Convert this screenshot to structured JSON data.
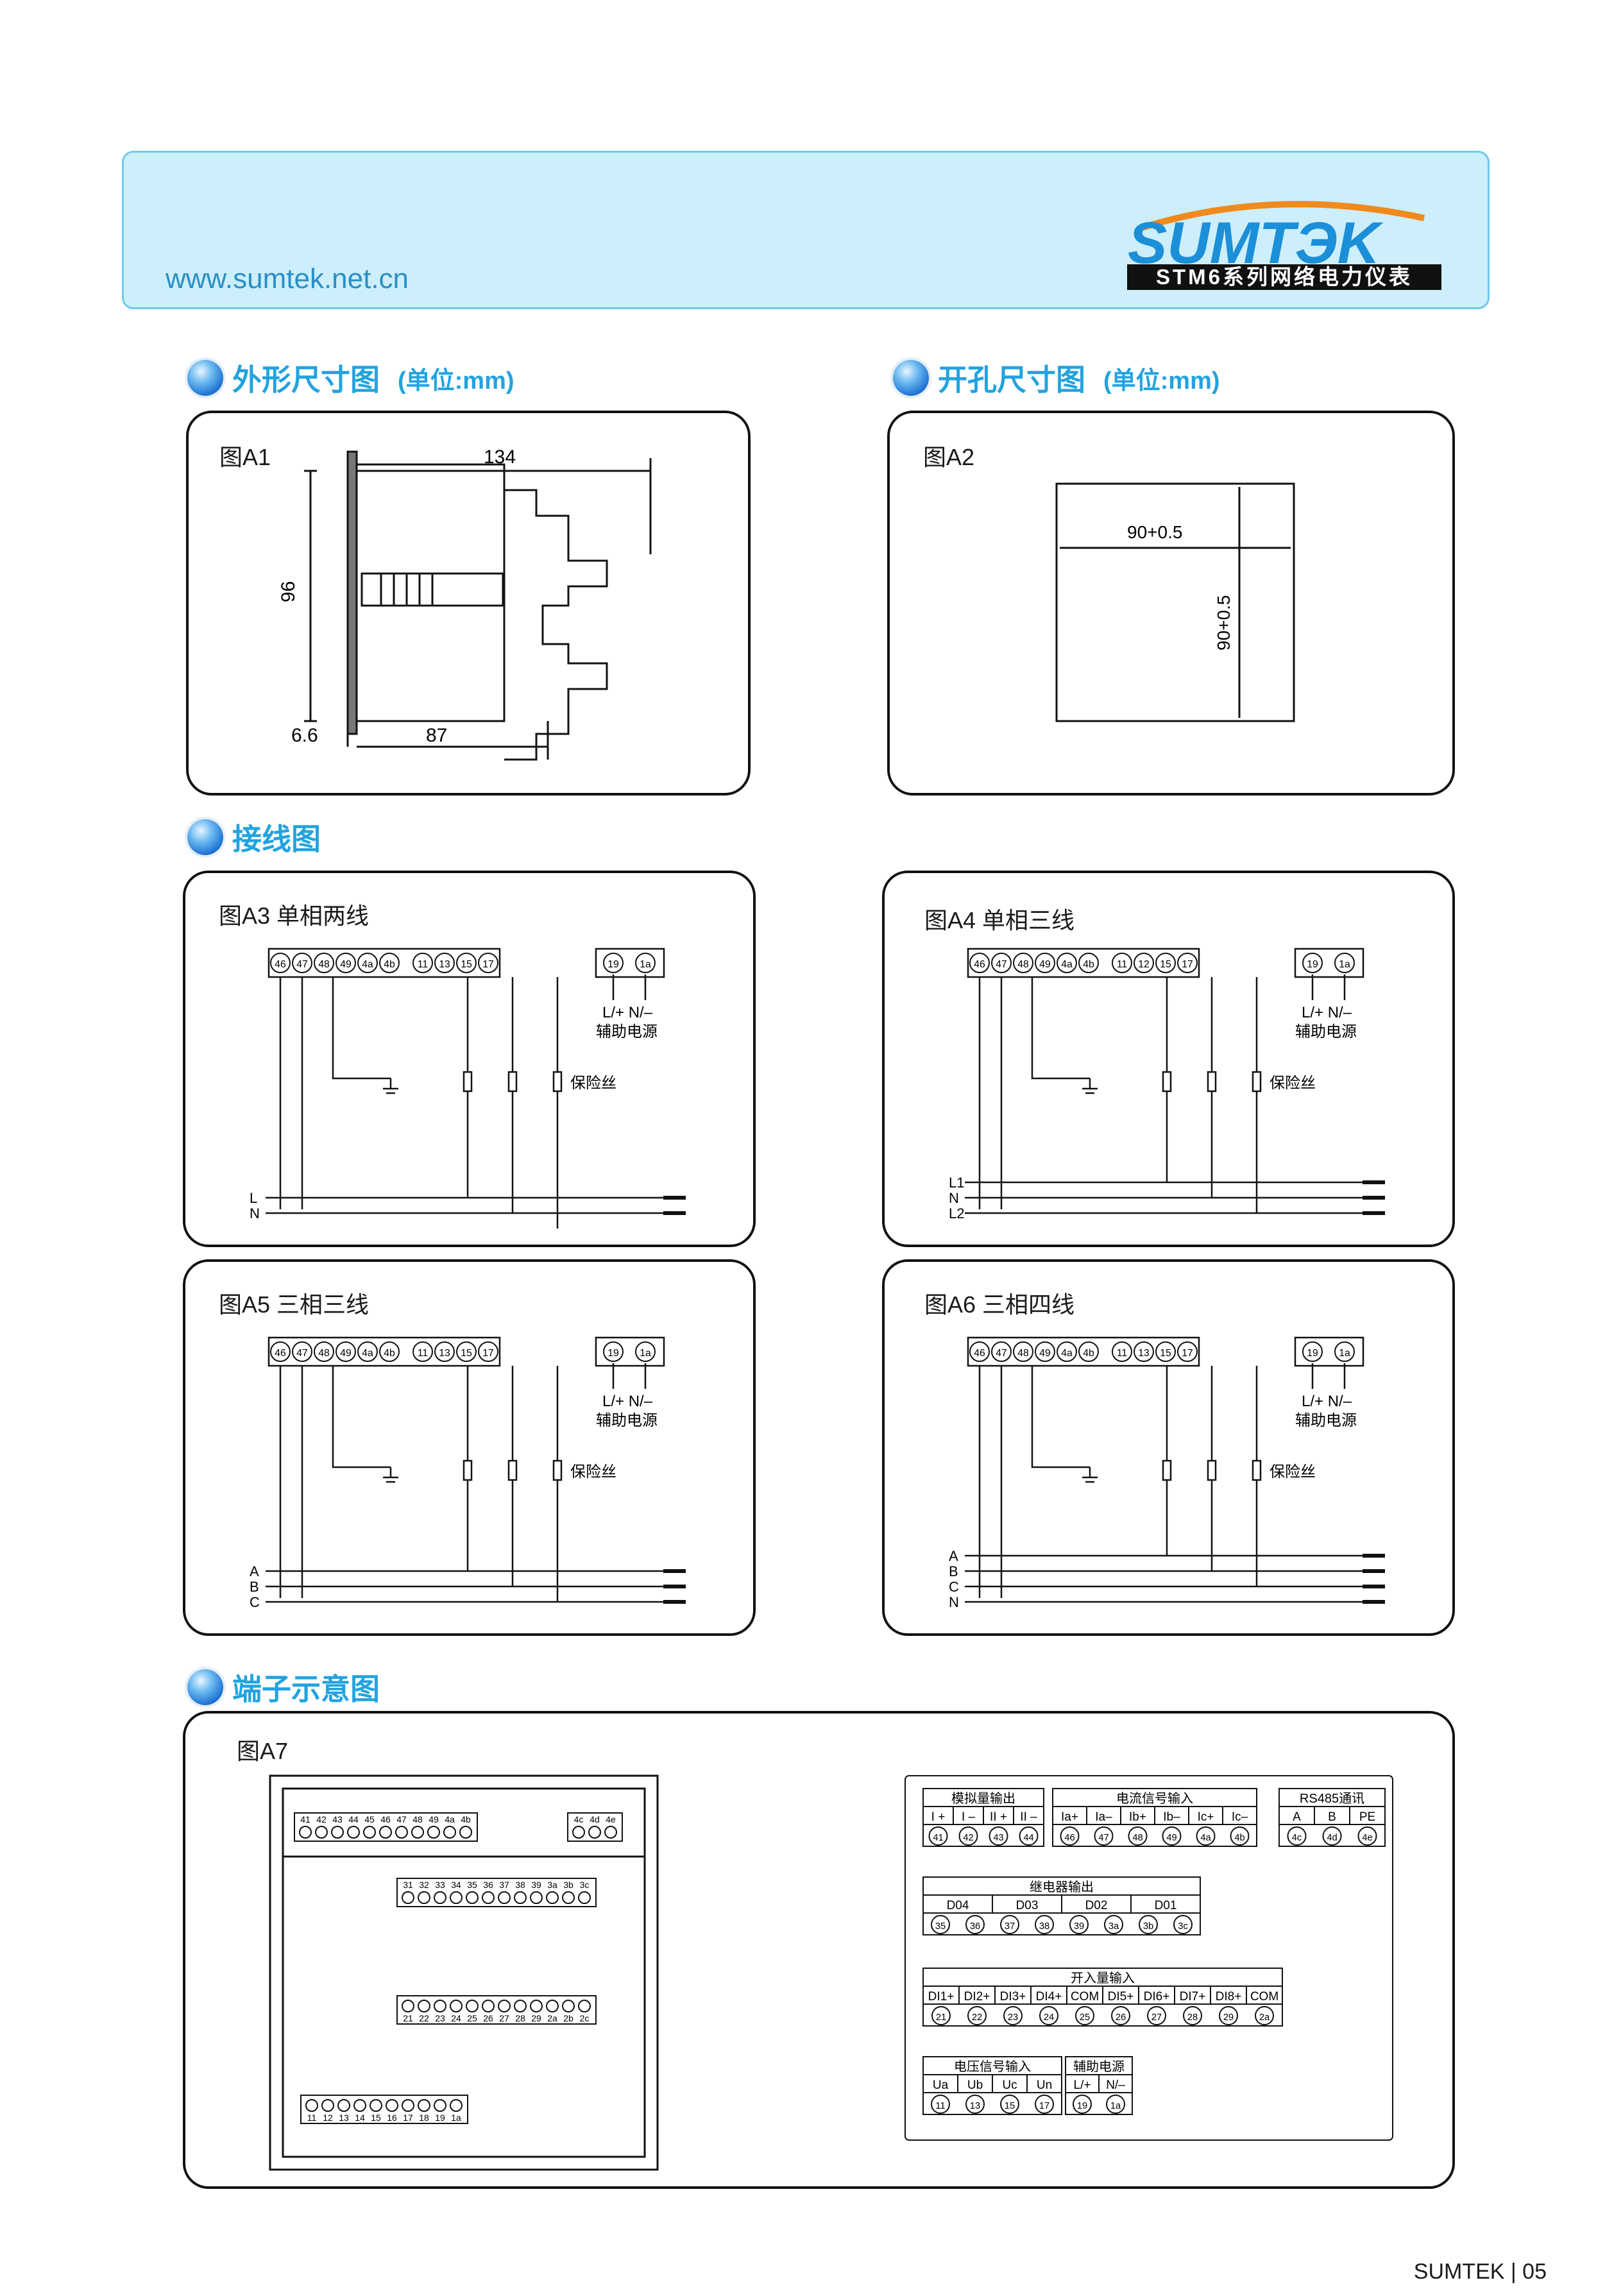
{
  "header": {
    "url": "www.sumtek.net.cn",
    "brand": "SUMTЭK",
    "subtitle": "STM6系列网络电力仪表"
  },
  "sections": {
    "outline": {
      "title": "外形尺寸图",
      "unit": "(单位:mm)"
    },
    "cutout": {
      "title": "开孔尺寸图",
      "unit": "(单位:mm)"
    },
    "wiring": {
      "title": "接线图"
    },
    "terminal": {
      "title": "端子示意图"
    }
  },
  "figures": {
    "a1": {
      "caption": "图A1",
      "dim_width": "134",
      "dim_height": "96",
      "dim_front": "6.6",
      "dim_depth": "87"
    },
    "a2": {
      "caption": "图A2",
      "dim_w": "90+0.5",
      "dim_h": "90+0.5"
    },
    "a3": {
      "caption": "图A3 单相两线",
      "terminals": [
        "46",
        "47",
        "48",
        "49",
        "4a",
        "4b",
        "11",
        "13",
        "15",
        "17"
      ],
      "aux_terminals": [
        "19",
        "1a"
      ],
      "aux_polarity": "L/+  N/–",
      "aux_label": "辅助电源",
      "fuse_label": "保险丝",
      "lines": [
        "L",
        "N"
      ]
    },
    "a4": {
      "caption": "图A4 单相三线",
      "terminals": [
        "46",
        "47",
        "48",
        "49",
        "4a",
        "4b",
        "11",
        "12",
        "15",
        "17"
      ],
      "aux_terminals": [
        "19",
        "1a"
      ],
      "aux_polarity": "L/+  N/–",
      "aux_label": "辅助电源",
      "fuse_label": "保险丝",
      "lines": [
        "L1",
        "N",
        "L2"
      ]
    },
    "a5": {
      "caption": "图A5 三相三线",
      "terminals": [
        "46",
        "47",
        "48",
        "49",
        "4a",
        "4b",
        "11",
        "13",
        "15",
        "17"
      ],
      "aux_terminals": [
        "19",
        "1a"
      ],
      "aux_polarity": "L/+  N/–",
      "aux_label": "辅助电源",
      "fuse_label": "保险丝",
      "lines": [
        "A",
        "B",
        "C"
      ]
    },
    "a6": {
      "caption": "图A6 三相四线",
      "terminals": [
        "46",
        "47",
        "48",
        "49",
        "4a",
        "4b",
        "11",
        "13",
        "15",
        "17"
      ],
      "aux_terminals": [
        "19",
        "1a"
      ],
      "aux_polarity": "L/+  N/–",
      "aux_label": "辅助电源",
      "fuse_label": "保险丝",
      "lines": [
        "A",
        "B",
        "C",
        "N"
      ]
    },
    "a7": {
      "caption": "图A7",
      "row1": [
        "41",
        "42",
        "43",
        "44",
        "45",
        "46",
        "47",
        "48",
        "49",
        "4a",
        "4b"
      ],
      "row1b": [
        "4c",
        "4d",
        "4e"
      ],
      "row2": [
        "31",
        "32",
        "33",
        "34",
        "35",
        "36",
        "37",
        "38",
        "39",
        "3a",
        "3b",
        "3c"
      ],
      "row3": [
        "21",
        "22",
        "23",
        "24",
        "25",
        "26",
        "27",
        "28",
        "29",
        "2a",
        "2b",
        "2c"
      ],
      "row4": [
        "11",
        "12",
        "13",
        "14",
        "15",
        "16",
        "17",
        "18",
        "19",
        "1a"
      ],
      "analog": {
        "title": "模拟量输出",
        "labels": [
          "I +",
          "I –",
          "II +",
          "II –"
        ],
        "nums": [
          "41",
          "42",
          "43",
          "44"
        ]
      },
      "current": {
        "title": "电流信号输入",
        "labels": [
          "Ia+",
          "Ia–",
          "Ib+",
          "Ib–",
          "Ic+",
          "Ic–"
        ],
        "nums": [
          "46",
          "47",
          "48",
          "49",
          "4a",
          "4b"
        ]
      },
      "rs485": {
        "title": "RS485通讯",
        "labels": [
          "A",
          "B",
          "PE"
        ],
        "nums": [
          "4c",
          "4d",
          "4e"
        ]
      },
      "relay": {
        "title": "继电器输出",
        "labels": [
          "D04",
          "D03",
          "D02",
          "D01"
        ],
        "nums": [
          "35",
          "36",
          "37",
          "38",
          "39",
          "3a",
          "3b",
          "3c"
        ]
      },
      "switch": {
        "title": "开入量输入",
        "labels": [
          "DI1+",
          "DI2+",
          "DI3+",
          "DI4+",
          "COM",
          "DI5+",
          "DI6+",
          "DI7+",
          "DI8+",
          "COM"
        ],
        "nums": [
          "21",
          "22",
          "23",
          "24",
          "25",
          "26",
          "27",
          "28",
          "29",
          "2a"
        ]
      },
      "voltage": {
        "title": "电压信号输入",
        "labels": [
          "Ua",
          "Ub",
          "Uc",
          "Un"
        ],
        "nums": [
          "11",
          "13",
          "15",
          "17"
        ]
      },
      "aux": {
        "title": "辅助电源",
        "labels": [
          "L/+",
          "N/–"
        ],
        "nums": [
          "19",
          "1a"
        ]
      }
    }
  },
  "footer": {
    "text": "SUMTEK | 05"
  },
  "colors": {
    "accent": "#22a3df",
    "header_bg": "#cdeefb",
    "logo_blue": "#1b8fd8",
    "logo_orange": "#f08a1c"
  }
}
